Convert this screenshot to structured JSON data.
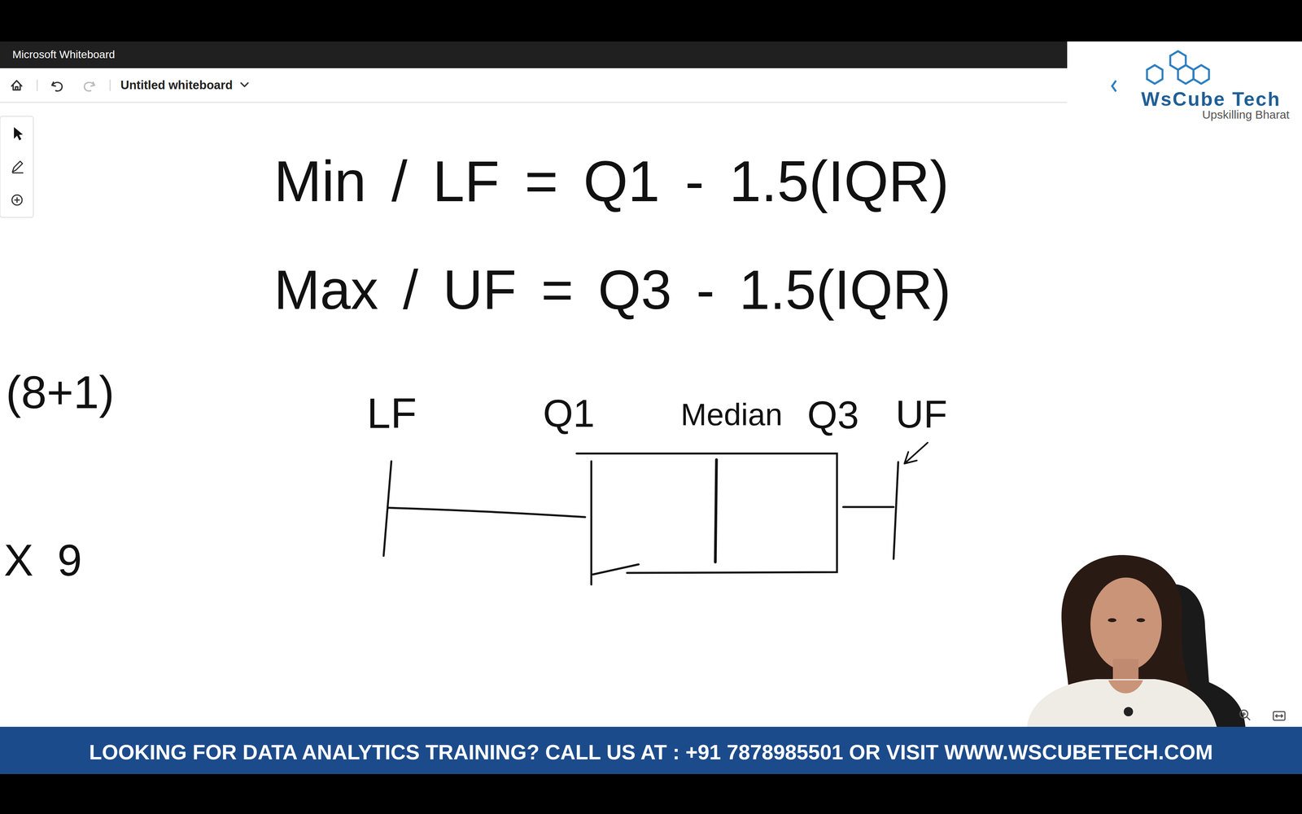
{
  "diagram": {
    "labels": [
      "Microsoft Whiteboard",
      "Untitled whiteboard",
      "WsCube Tech",
      "Upskilling Bharat",
      "Min / LF = Q1 - 1.5(IQR)",
      "Max / UF = Q3 - 1.5(IQR)",
      "(8+1)",
      "X 9",
      "LF",
      "Q1",
      "Median",
      "Q3",
      "UF",
      "LOOKING FOR DATA ANALYTICS TRAINING? CALL US AT : +91 7878985501 OR VISIT WWW.WSCUBETECH.COM"
    ]
  }
}
